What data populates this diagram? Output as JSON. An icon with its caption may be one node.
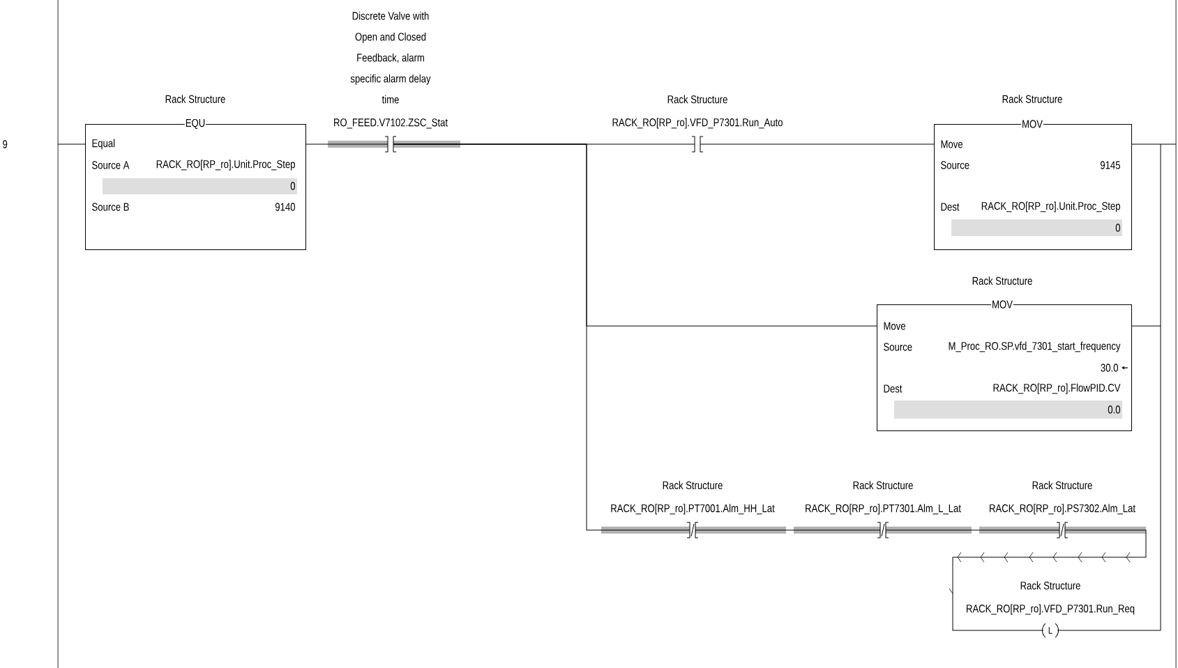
{
  "diagram": {
    "nodes": [
      {
        "text": [
          "Rack Structure",
          "EQU",
          "Equal",
          "Source A",
          "RACK_RO[RP_ro].Unit.Proc_Step",
          "0",
          "Source B",
          "9140"
        ]
      },
      {
        "text": [
          "Discrete Valve with Open and Closed Feedback, alarm specific alarm delay time",
          "RO_FEED.V7102.ZSC_Stat"
        ]
      },
      {
        "text": [
          "Rack Structure",
          "RACK_RO[RP_ro].VFD_P7301.Run_Auto"
        ]
      },
      {
        "text": [
          "Rack Structure",
          "MOV",
          "Move",
          "Source",
          "9145",
          "Dest",
          "RACK_RO[RP_ro].Unit.Proc_Step",
          "0"
        ]
      },
      {
        "text": [
          "Rack Structure",
          "MOV",
          "Move",
          "Source",
          "M_Proc_RO.SP.vfd_7301_start_frequency",
          "30.0",
          "Dest",
          "RACK_RO[RP_ro].FlowPID.CV",
          "0.0"
        ]
      },
      {
        "text": [
          "Rack Structure",
          "RACK_RO[RP_ro].PT7001.Alm_HH_Lat"
        ]
      },
      {
        "text": [
          "Rack Structure",
          "RACK_RO[RP_ro].PT7301.Alm_L_Lat"
        ]
      },
      {
        "text": [
          "Rack Structure",
          "RACK_RO[RP_ro].PS7302.Alm_Lat"
        ]
      },
      {
        "text": [
          "Rack Structure",
          "RACK_RO[RP_ro].VFD_P7301.Run_Req",
          "L"
        ]
      }
    ],
    "edges": [
      {
        "from": null,
        "to": 0,
        "arrow": "none"
      },
      {
        "from": 0,
        "to": 1,
        "arrow": "none"
      },
      {
        "from": 1,
        "to": 2,
        "arrow": "none"
      },
      {
        "from": 2,
        "to": 3,
        "arrow": "none"
      },
      {
        "from": 3,
        "to": null,
        "arrow": "none"
      },
      {
        "from": 1,
        "to": 4,
        "arrow": "none"
      },
      {
        "from": 1,
        "to": 5,
        "arrow": "none"
      },
      {
        "from": 4,
        "to": null,
        "arrow": "none"
      },
      {
        "from": 5,
        "to": 6,
        "arrow": "none"
      },
      {
        "from": 6,
        "to": 7,
        "arrow": "none"
      },
      {
        "from": 7,
        "to": 8,
        "arrow": "to"
      },
      {
        "from": 8,
        "to": null,
        "arrow": "none"
      }
    ],
    "labels": [
      "9"
    ]
  }
}
